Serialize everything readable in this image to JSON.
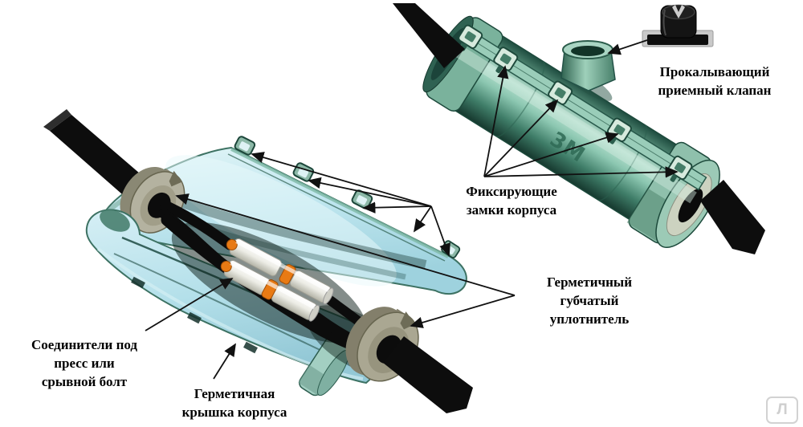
{
  "labels": {
    "valve": "Прокалывающий\nприемный клапан",
    "locks": "Фиксирующие\nзамки корпуса",
    "sponge": "Герметичный\nгубчатый\nуплотнитель",
    "connectors": "Соединители под\nпресс или\nсрывной болт",
    "cover": "Герметичная\nкрышка корпуса"
  },
  "illustration": {
    "logo_text": "3M",
    "watermark_letter": "Л",
    "colors": {
      "body_teal": "#4f8f7a",
      "body_dark": "#1e4c3f",
      "body_light": "#b9e3d2",
      "shell_blue": "#bfe6ef",
      "shell_rim": "#4d8574",
      "sponge_tan": "#b0ae9b",
      "connector_orange": "#e87a14",
      "cable_black": "#0d0d0d",
      "arrow": "#111111",
      "label_text": "#000000",
      "background": "#ffffff"
    }
  }
}
